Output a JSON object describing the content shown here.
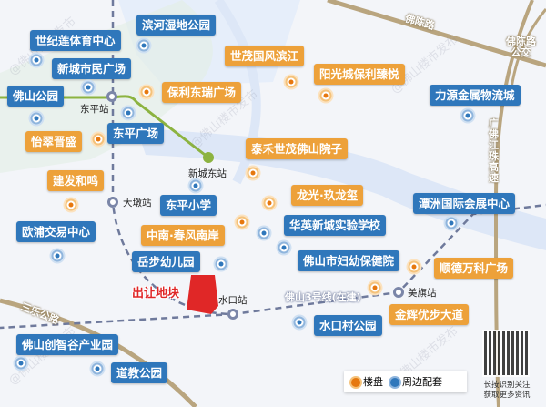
{
  "roads": {
    "focheng": "佛陈路",
    "focheng_bus": "佛陈路公交",
    "expressway": "广佛江珠高速",
    "sanle": "三乐公路"
  },
  "metro": {
    "line3": "佛山3号线(在建)",
    "stations": {
      "dongping": "东平站",
      "dadun": "大墩站",
      "xinchengdong": "新城东站",
      "shuikou": "水口站",
      "meiqi": "美旗站"
    }
  },
  "site": {
    "label": "出让地块",
    "color": "#e02727"
  },
  "projects": [
    "世茂国风滨江",
    "阳光城保利臻悦",
    "保利东瑞广场",
    "怡翠晋盛",
    "泰禾世茂佛山院子",
    "建发和鸣",
    "龙光·玖龙玺",
    "中南·春风南岸",
    "顺德万科广场",
    "金辉优步大道"
  ],
  "facilities": [
    "滨河湿地公园",
    "世纪莲体育中心",
    "新城市民广场",
    "佛山公园",
    "东平广场",
    "东平小学",
    "欧浦交易中心",
    "岳步幼儿园",
    "华英新城实验学校",
    "佛山市妇幼保健院",
    "潭洲国际会展中心",
    "力源金属物流城",
    "水口村公园",
    "佛山创智谷产业园",
    "道教公园"
  ],
  "legend": {
    "projects": "楼盘",
    "facilities": "周边配套"
  },
  "qr": {
    "caption_line1": "长按识别关注",
    "caption_line2": "获取更多资讯"
  },
  "watermark": "@佛山楼市发布",
  "colors": {
    "facility": "#2f77bb",
    "project": "#eda13a",
    "metro_line": "#6f7a9c",
    "green_line": "#8cb340"
  }
}
